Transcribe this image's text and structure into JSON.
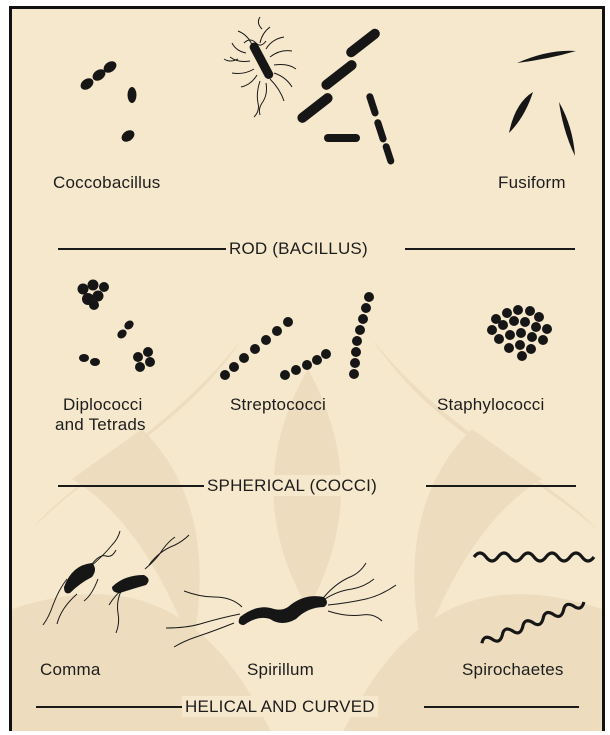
{
  "rod": {
    "left_label": "Coccobacillus",
    "right_label": "Fusiform",
    "heading": "ROD (BACILLUS)"
  },
  "spherical": {
    "label_1_line1": "Diplococci",
    "label_1_line2": "and Tetrads",
    "label_2": "Streptococci",
    "label_3": "Staphylococci",
    "heading": "SPHERICAL (COCCI)"
  },
  "helical": {
    "label_1": "Comma",
    "label_2": "Spirillum",
    "label_3": "Spirochaetes",
    "heading": "HELICAL AND CURVED"
  },
  "colors": {
    "background": "#f6e8cd",
    "ink": "#1a1a1a",
    "watermark": "#eddcbd"
  }
}
